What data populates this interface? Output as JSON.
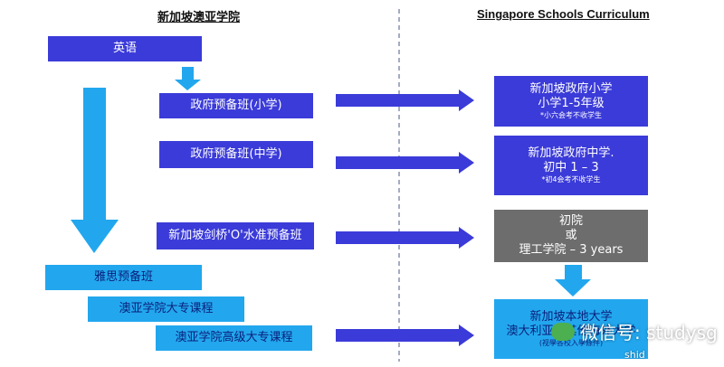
{
  "headers": {
    "left": "新加坡澳亚学院",
    "right": "Singapore Schools Curriculum"
  },
  "left_boxes": {
    "english": "英语",
    "gov_prep_primary": "政府预备班(小学)",
    "gov_prep_secondary": "政府预备班(中学)",
    "o_level_prep": "新加坡剑桥'O'水准预备班",
    "ielts_prep": "雅思预备班",
    "diploma": "澳亚学院大专课程",
    "advanced_diploma": "澳亚学院高级大专课程"
  },
  "right_boxes": {
    "primary": {
      "line1": "新加坡政府小学",
      "line2": "小学1-5年级",
      "note": "*小六会考不收学生"
    },
    "secondary": {
      "line1": "新加坡政府中学.",
      "line2": "初中 1 – 3",
      "note": "*初4会考不收学生"
    },
    "junior_college": {
      "line1": "初院",
      "line2": "或",
      "line3": "理工学院 – 3 years"
    },
    "university": {
      "line1": "新加坡本地大学",
      "line2": "澳大利亚或其他海外大学",
      "note": "(视學各校入學條件)"
    }
  },
  "watermark": {
    "text": "微信号: studysg",
    "sub": "shid"
  },
  "colors": {
    "blue_box": "#3b3bd9",
    "cyan_box": "#22a7ee",
    "gray_box": "#6d6d6d",
    "arrow_fill": "#3b3bd9",
    "cyan_arrow": "#22a7ee",
    "divider": "#4a5a8a"
  }
}
